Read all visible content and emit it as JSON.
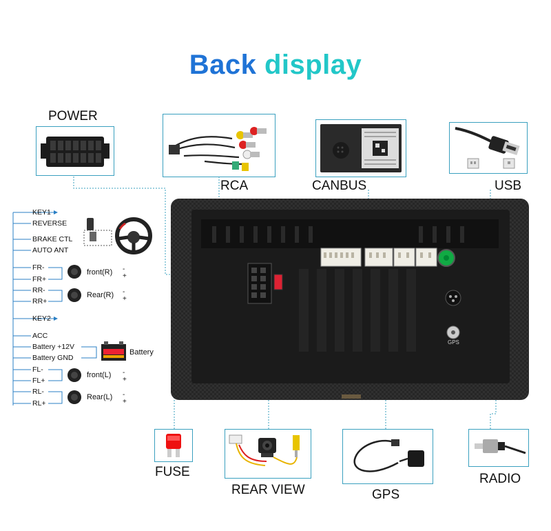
{
  "title": {
    "word1": "Back",
    "word2": "display"
  },
  "connectors": {
    "power": "POWER",
    "rca": "RCA",
    "canbus": "CANBUS",
    "usb": "USB",
    "fuse": "FUSE",
    "rear_view": "REAR VIEW",
    "gps": "GPS",
    "radio": "RADIO"
  },
  "wires": {
    "key1": "KEY1",
    "reverse": "REVERSE",
    "brake_ctl": "BRAKE CTL",
    "auto_ant": "AUTO ANT",
    "fr_minus": "FR-",
    "fr_plus": "FR+",
    "rr_minus": "RR-",
    "rr_plus": "RR+",
    "key2": "KEY2",
    "acc": "ACC",
    "battery_12v": "Battery +12V",
    "battery_gnd": "Battery GND",
    "fl_minus": "FL-",
    "fl_plus": "FL+",
    "rl_minus": "RL-",
    "rl_plus": "RL+"
  },
  "speakers": {
    "front_r": "front(R)",
    "rear_r": "Rear(R)",
    "front_l": "front(L)",
    "rear_l": "Rear(L)"
  },
  "battery_label": "Battery",
  "panel": {
    "gps_port_label": "GPS"
  },
  "colors": {
    "title_word1": "#1f73d6",
    "title_word2": "#22c7c8",
    "leader_line": "#3aa0bf"
  }
}
